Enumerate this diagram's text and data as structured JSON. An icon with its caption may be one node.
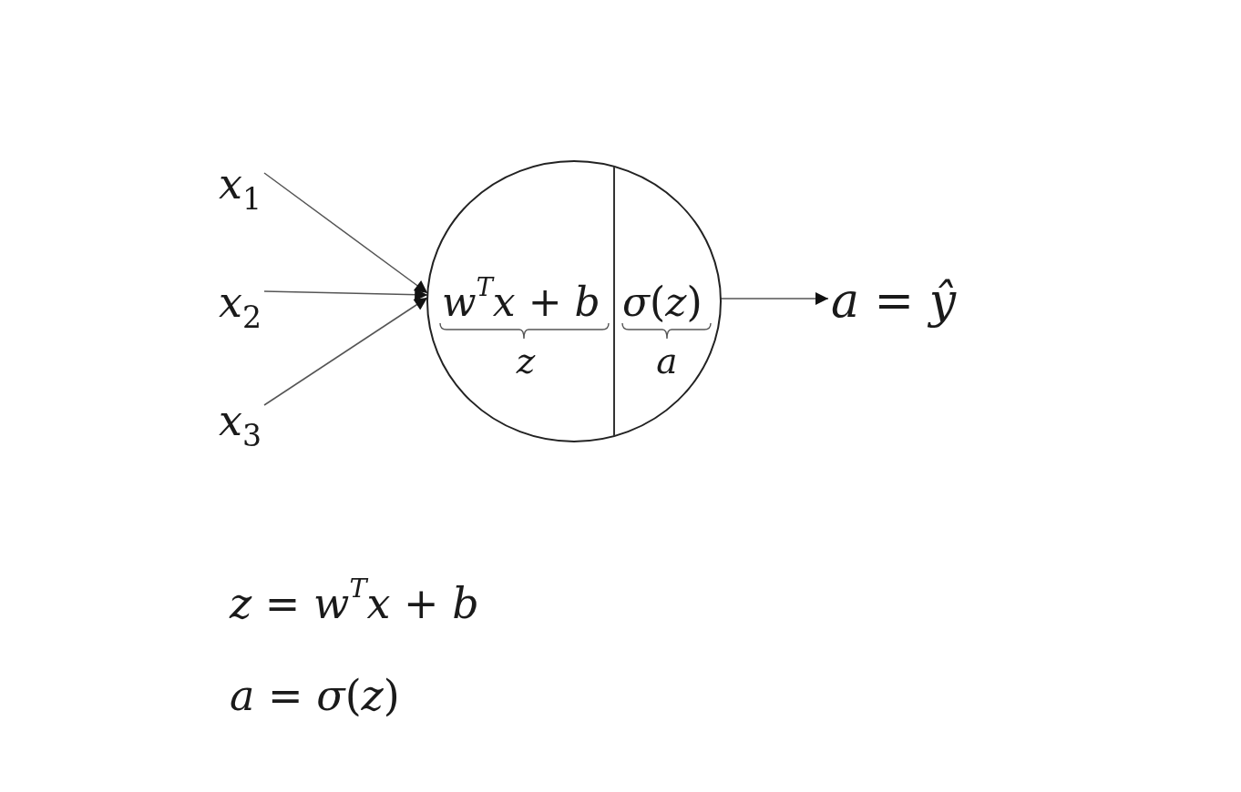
{
  "diagram": {
    "nodes": [
      {
        "text": [
          "*x*$_{1}$"
        ]
      },
      {
        "text": [
          "*x*$_{2}$"
        ]
      },
      {
        "text": [
          "*x*$_{3}$"
        ]
      },
      {
        "text": [
          "*w*$^{T}$*x* + *b*",
          "*σ*(*z*)",
          "z",
          "a"
        ]
      },
      {
        "text": [
          "*a* = *ŷ*"
        ]
      }
    ],
    "edges": [
      {
        "from": 0,
        "to": 3,
        "arrow": "to"
      },
      {
        "from": 1,
        "to": 3,
        "arrow": "to"
      },
      {
        "from": 2,
        "to": 3,
        "arrow": "to"
      },
      {
        "from": 3,
        "to": 4,
        "arrow": "to"
      }
    ],
    "labels": [
      "*z* = *w*$^{T}$*x* + *b*",
      "*a* = *σ*(*z*)"
    ]
  }
}
